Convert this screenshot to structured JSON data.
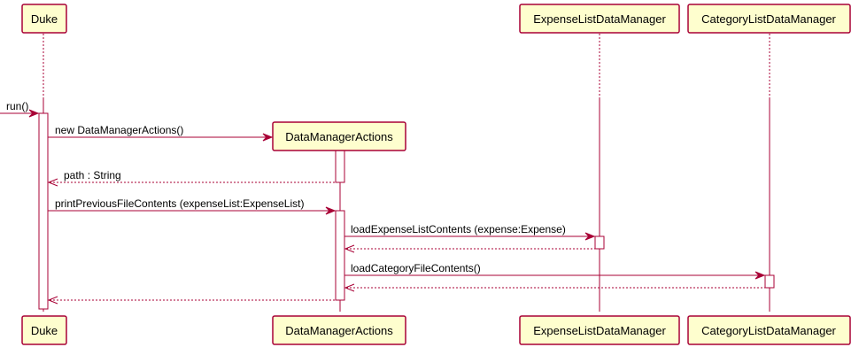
{
  "participants": {
    "duke": "Duke",
    "dma": "DataManagerActions",
    "eldm": "ExpenseListDataManager",
    "cldm": "CategoryListDataManager"
  },
  "messages": {
    "run": "run()",
    "new_dma": "new DataManagerActions()",
    "path_return": "path : String",
    "print_previous": "printPreviousFileContents (expenseList:ExpenseList)",
    "load_expense": "loadExpenseListContents (expense:Expense)",
    "load_category": "loadCategoryFileContents()"
  },
  "colors": {
    "participant_fill": "#FEFECE",
    "border": "#A80036"
  }
}
